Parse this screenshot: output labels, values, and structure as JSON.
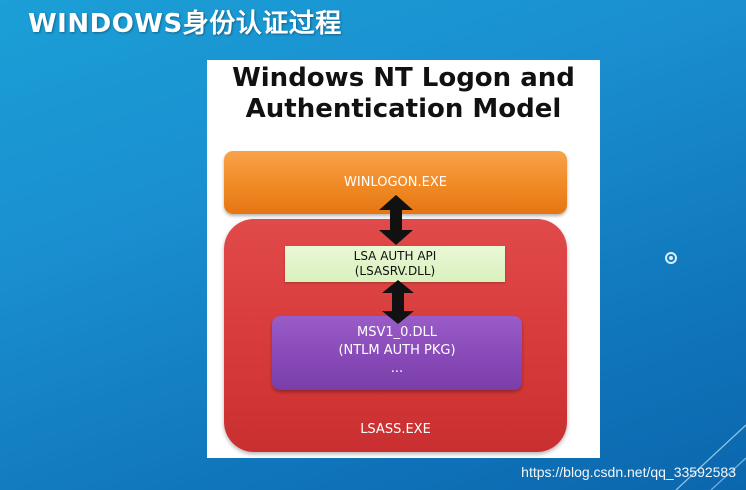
{
  "slide": {
    "title": "WINDOWS身份认证过程"
  },
  "diagram": {
    "title_line1": "Windows NT Logon and",
    "title_line2": "Authentication Model",
    "winlogon": "WINLOGON.EXE",
    "lsass": "LSASS.EXE",
    "lsa_auth": {
      "line1": "LSA AUTH API",
      "line2": "(LSASRV.DLL)"
    },
    "msv": {
      "line1": "MSV1_0.DLL",
      "line2": "(NTLM AUTH PKG)",
      "line3": "..."
    }
  },
  "watermark": "https://blog.csdn.net/qq_33592583",
  "colors": {
    "background": "#1a8fd0",
    "winlogon": "#f08a25",
    "lsass": "#d6393a",
    "lsa_auth": "#d9f1bd",
    "msv": "#8648b6",
    "arrow": "#111111"
  }
}
